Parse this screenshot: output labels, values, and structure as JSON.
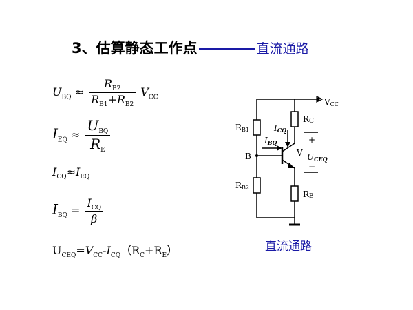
{
  "heading": {
    "number": "3、",
    "title": "估算静态工作点",
    "subtitle": "直流通路"
  },
  "formulas": {
    "ubq": {
      "lhs": "U",
      "lhs_sub": "BQ",
      "approx": "≈",
      "num": "R",
      "num_sub": "B2",
      "den1": "R",
      "den1_sub": "B1",
      "plus": "+",
      "den2": "R",
      "den2_sub": "B2",
      "rhs": "V",
      "rhs_sub": "CC"
    },
    "ieq": {
      "lhs": "I",
      "lhs_sub": "EQ",
      "approx": "≈",
      "num": "U",
      "num_sub": "BQ",
      "den": "R",
      "den_sub": "E"
    },
    "icq": {
      "lhs": "I",
      "lhs_sub": "CQ",
      "approx": "≈",
      "rhs": "I",
      "rhs_sub": "EQ"
    },
    "ibq": {
      "lhs": "I",
      "lhs_sub": "BQ",
      "eq": "=",
      "num": "I",
      "num_sub": "CQ",
      "den": "β"
    },
    "uceq": {
      "text": "U",
      "sub1": "CEQ",
      "mid": "=V",
      "sub2": "CC",
      "minus": "-I",
      "sub3": "CQ",
      "paren_open": "（R",
      "sub4": "C",
      "plus": "+R",
      "sub5": "E",
      "paren_close": "）"
    }
  },
  "circuit": {
    "vcc_label": "V",
    "vcc_sub": "CC",
    "rb1_label": "R",
    "rb1_sub": "B1",
    "rb2_label": "R",
    "rb2_sub": "B2",
    "rc_label": "R",
    "rc_sub": "C",
    "re_label": "R",
    "re_sub": "E",
    "b_label": "B",
    "v_label": "V",
    "icq_label": "I",
    "icq_sub": "CQ",
    "ibq_label": "I",
    "ibq_sub": "BQ",
    "uceq_label": "U",
    "uceq_sub": "CEQ",
    "plus": "+",
    "minus": "−",
    "caption": "直流通路"
  }
}
